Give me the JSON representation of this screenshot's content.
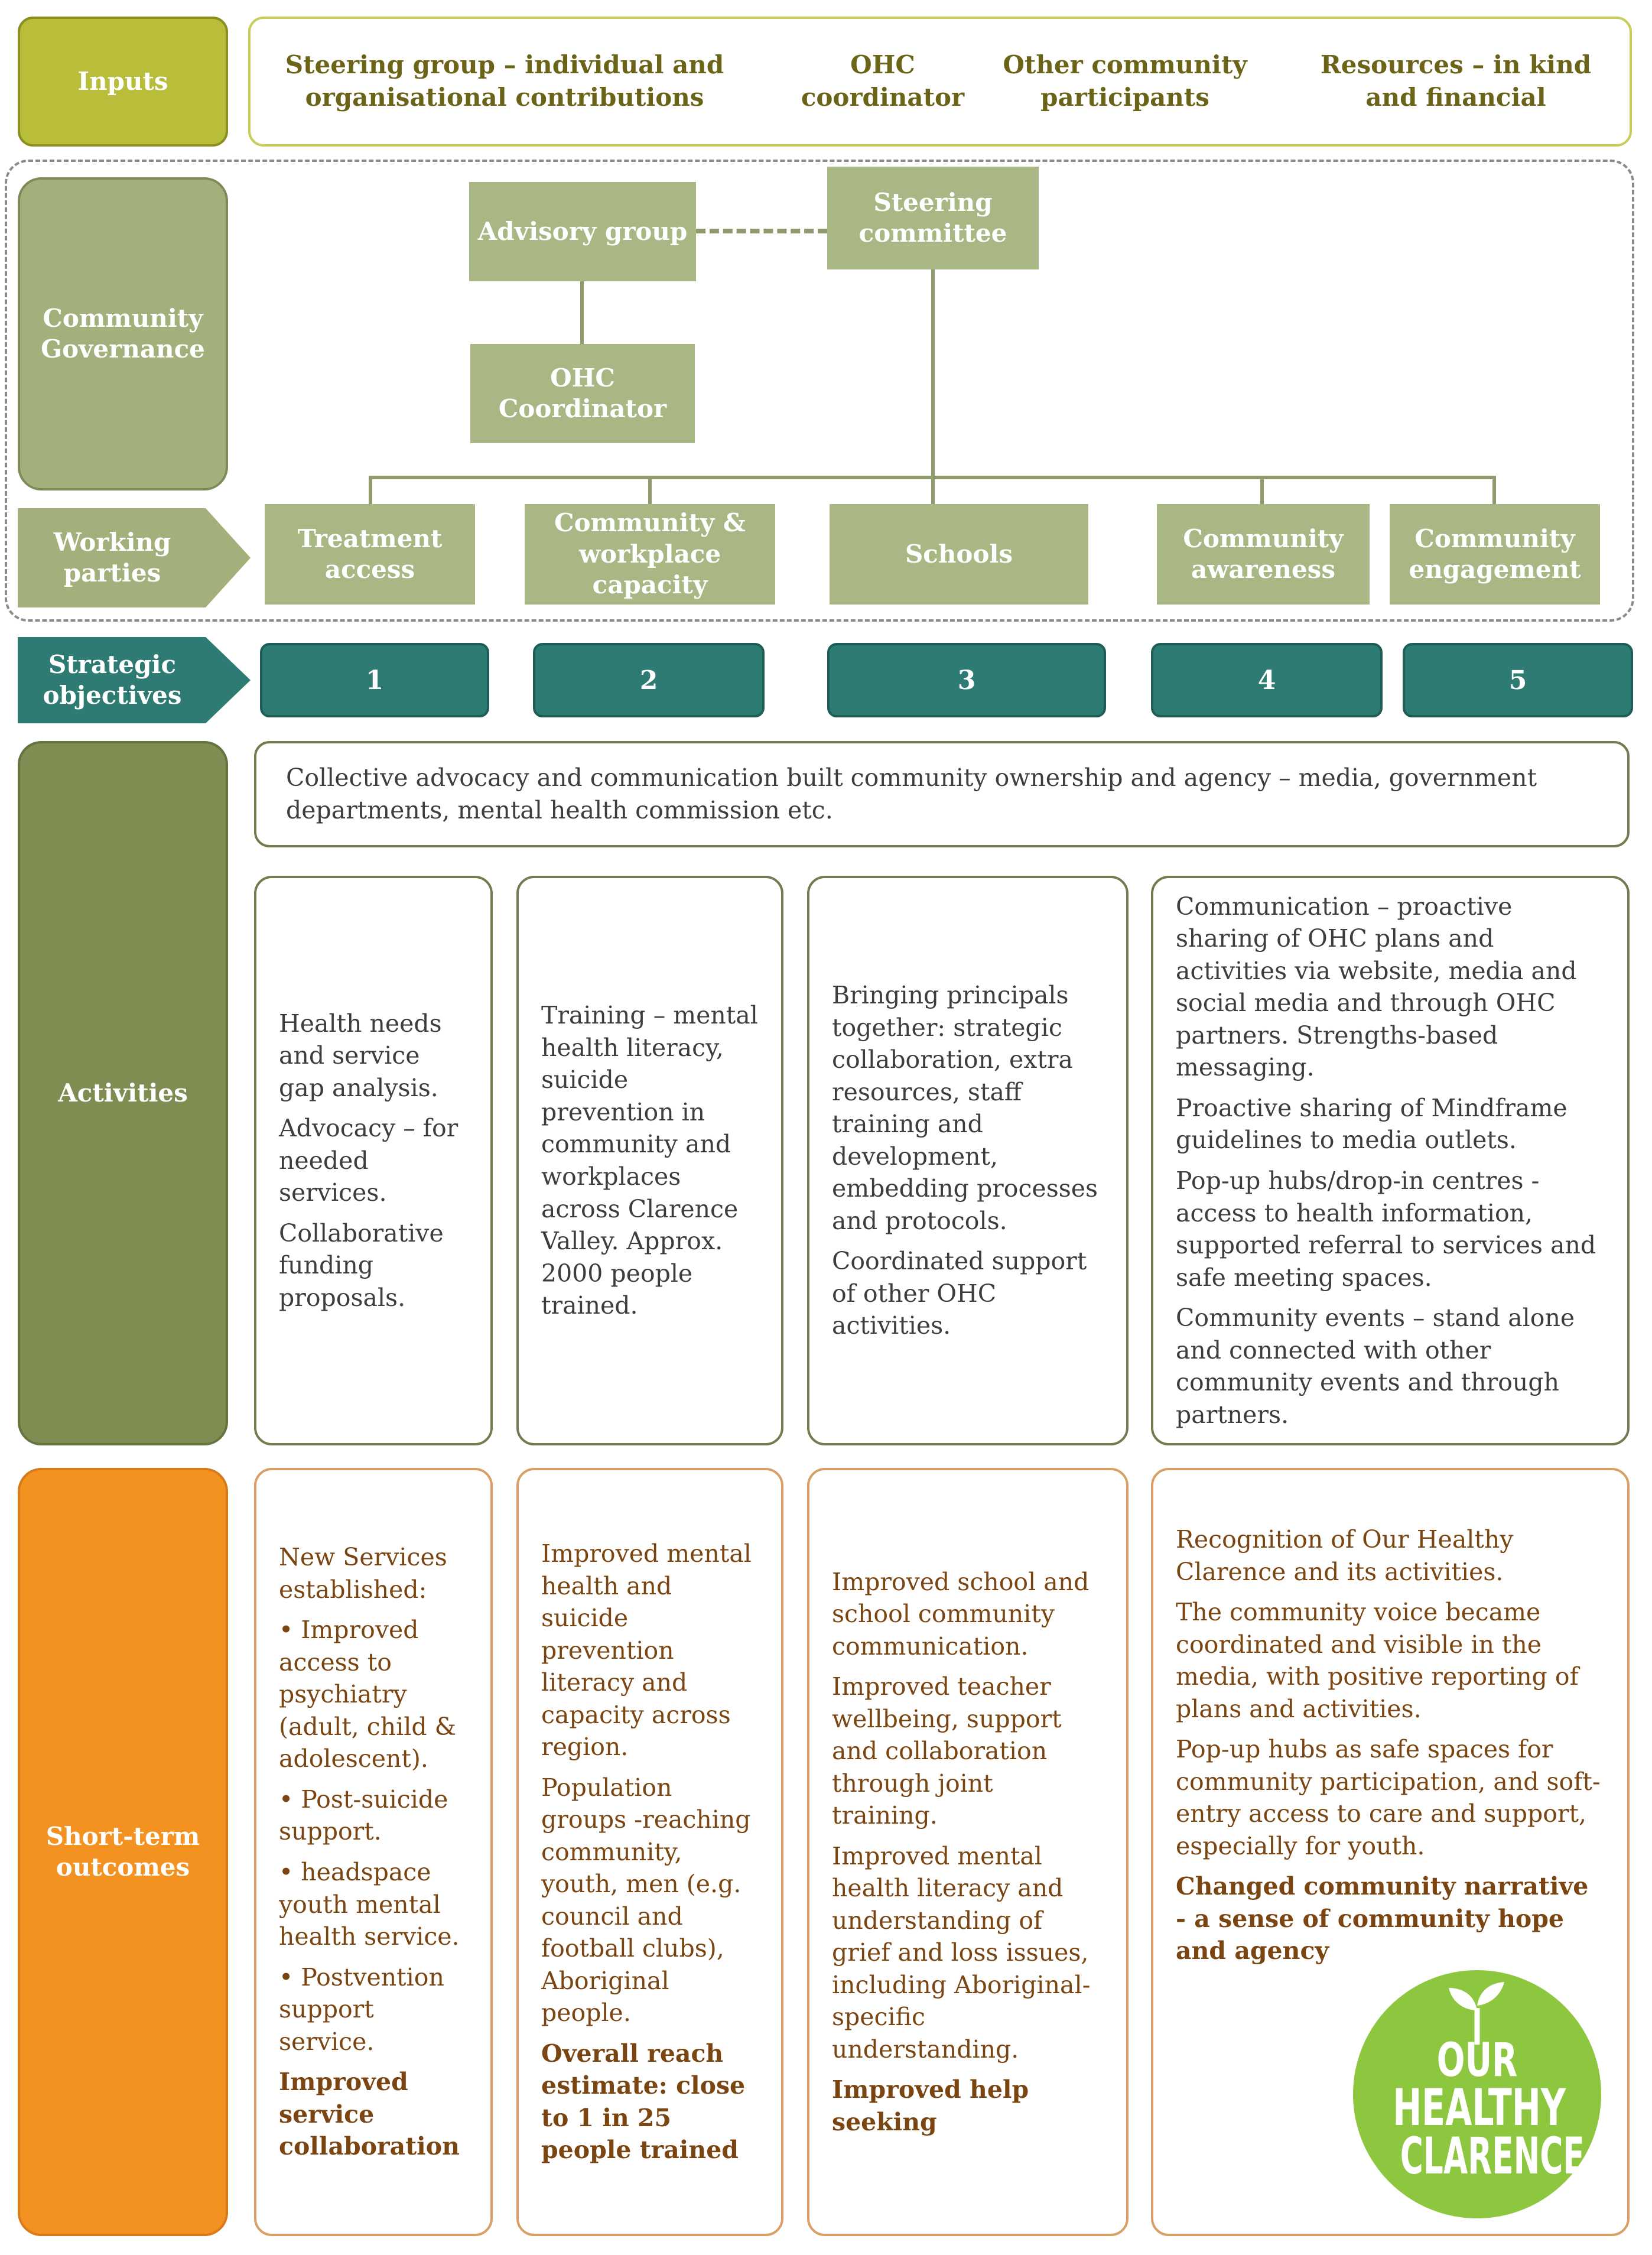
{
  "inputs": {
    "label": "Inputs",
    "items": [
      "Steering group – individual  and organisational contributions",
      "OHC coordinator",
      "Other community participants",
      "Resources – in kind and financial"
    ]
  },
  "governance": {
    "label": "Community Governance",
    "advisory_group": "Advisory group",
    "steering_committee": "Steering committee",
    "ohc_coordinator": "OHC Coordinator"
  },
  "working_parties": {
    "label": "Working parties",
    "items": [
      "Treatment access",
      "Community & workplace capacity",
      "Schools",
      "Community awareness",
      "Community engagement"
    ]
  },
  "strategic_objectives": {
    "label": "Strategic objectives",
    "items": [
      "1",
      "2",
      "3",
      "4",
      "5"
    ]
  },
  "activities": {
    "label": "Activities",
    "collective": "Collective advocacy and communication built community ownership and agency – media, government departments, mental health commission etc.",
    "col1": [
      "Health needs and service gap analysis.",
      "Advocacy – for needed services.",
      "Collaborative funding proposals."
    ],
    "col2": [
      "Training – mental health literacy, suicide prevention in community and workplaces across Clarence Valley. Approx. 2000 people trained."
    ],
    "col3": [
      "Bringing principals together: strategic collaboration, extra resources, staff training and development, embedding processes and protocols.",
      "Coordinated support of other OHC activities."
    ],
    "col4": [
      "Communication – proactive sharing of OHC plans and activities via website, media and social media and through OHC partners. Strengths-based messaging.",
      "Proactive sharing of Mindframe guidelines to media outlets.",
      "Pop-up hubs/drop-in centres - access to health information, supported referral to services and safe meeting spaces.",
      "Community events – stand alone and connected with other community events and through partners."
    ]
  },
  "outcomes": {
    "label": "Short-term outcomes",
    "col1": {
      "items": [
        "New Services established:",
        "• Improved access to psychiatry (adult, child & adolescent).",
        "• Post-suicide support.",
        "• headspace youth mental health service.",
        "• Postvention support service."
      ],
      "bold": "Improved service collaboration"
    },
    "col2": {
      "items": [
        "Improved mental health and suicide prevention literacy and capacity across region.",
        "Population groups -reaching community, youth, men (e.g. council and football clubs), Aboriginal people."
      ],
      "bold": "Overall reach estimate: close to 1 in 25 people trained"
    },
    "col3": {
      "items": [
        "Improved school and school community communication.",
        "Improved teacher wellbeing, support and collaboration through joint training.",
        "Improved mental health literacy and understanding of grief and loss issues, including Aboriginal-specific understanding."
      ],
      "bold": "Improved help seeking"
    },
    "col4": {
      "items": [
        "Recognition of Our Healthy Clarence and its activities.",
        "The community voice became coordinated and visible in the media, with positive reporting of plans and activities.",
        "Pop-up hubs as safe spaces for community participation, and soft-entry access to care and support, especially for youth."
      ],
      "bold": "Changed community narrative - a sense of community hope and agency"
    }
  },
  "logo": {
    "line1": "OUR",
    "line2": "HEALTHY",
    "line3": "CLARENCE"
  },
  "colors": {
    "inputs": "#b8bd3a",
    "governance": "#a3b07c",
    "objectives": "#2d7b72",
    "activities": "#7f8d52",
    "outcomes": "#f39220",
    "logo": "#8dc63f"
  }
}
